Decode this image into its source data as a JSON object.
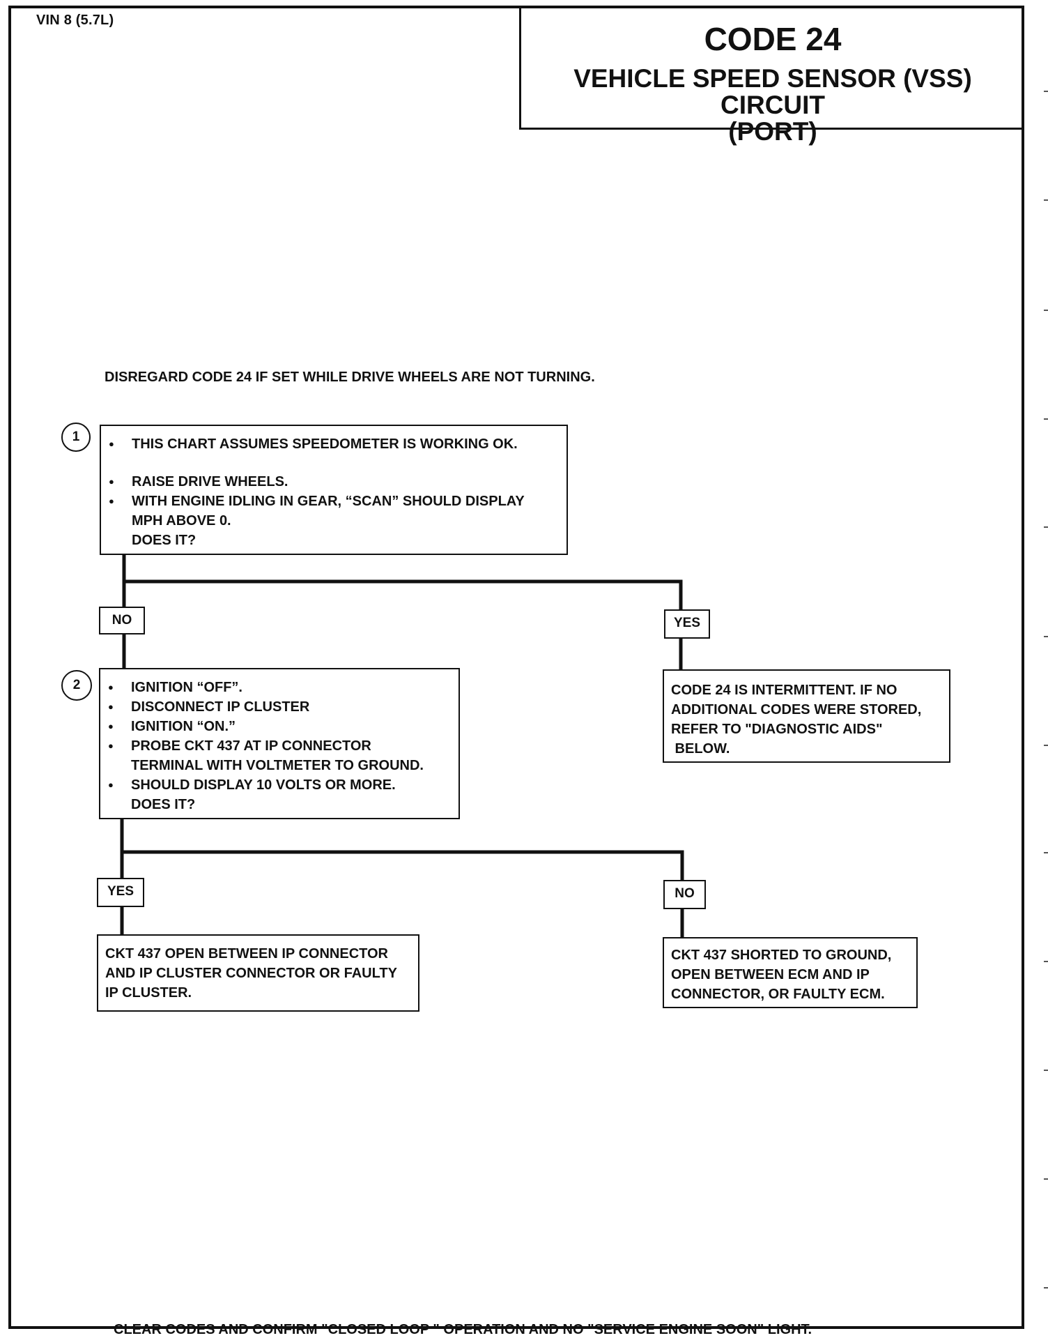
{
  "header": {
    "vin": "VIN 8 (5.7L)",
    "code": "CODE 24",
    "title_line1": "VEHICLE SPEED SENSOR (VSS) CIRCUIT",
    "title_line2": "(PORT)"
  },
  "note": "DISREGARD CODE 24 IF SET WHILE DRIVE WHEELS ARE NOT TURNING.",
  "steps": [
    {
      "number": "1",
      "lines": [
        "THIS CHART ASSUMES SPEEDOMETER IS WORKING OK.",
        "RAISE DRIVE WHEELS.",
        "WITH ENGINE IDLING IN GEAR, “SCAN” SHOULD DISPLAY",
        "MPH ABOVE 0.",
        "DOES IT?"
      ]
    },
    {
      "number": "2",
      "lines": [
        "IGNITION “OFF”.",
        "DISCONNECT IP CLUSTER",
        "IGNITION “ON.”",
        "PROBE CKT 437 AT IP CONNECTOR",
        "TERMINAL WITH VOLTMETER TO GROUND.",
        "SHOULD DISPLAY 10 VOLTS OR MORE.",
        "DOES IT?"
      ]
    }
  ],
  "branches": {
    "step1_no": "NO",
    "step1_yes": "YES",
    "step2_yes": "YES",
    "step2_no": "NO"
  },
  "results": {
    "intermittent": [
      "CODE 24 IS INTERMITTENT.  IF NO",
      "ADDITIONAL CODES WERE STORED,",
      "REFER TO \"DIAGNOSTIC AIDS\"",
      " BELOW."
    ],
    "open_ckt": [
      "CKT 437 OPEN BETWEEN IP CONNECTOR",
      "AND IP CLUSTER CONNECTOR OR FAULTY",
      "IP CLUSTER."
    ],
    "shorted_ckt": [
      "CKT 437 SHORTED TO GROUND,",
      "OPEN BETWEEN ECM AND IP",
      "CONNECTOR, OR FAULTY ECM."
    ]
  },
  "footer": "CLEAR CODES AND CONFIRM \"CLOSED LOOP \" OPERATION AND NO \"SERVICE ENGINE SOON\" LIGHT."
}
